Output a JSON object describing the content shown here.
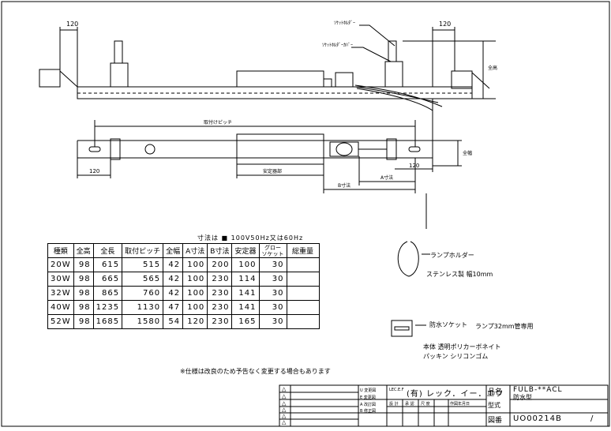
{
  "drawing": {
    "side_view": {
      "dim_left": "120",
      "dim_right": "120",
      "label_socket_holder": "ｿｹｯﾄﾎﾙﾀﾞｰ",
      "label_socket_holder_cover": "ｿｹｯﾄﾎﾙﾀﾞｰｶﾊﾞｰ",
      "label_height": "全高"
    },
    "plan_view": {
      "label_pitch": "取付けピッチ",
      "label_width": "全幅",
      "dim_120_left": "120",
      "dim_120_right": "120",
      "label_ballast": "安定器部",
      "label_a": "A寸法",
      "label_b": "B寸法"
    },
    "table": {
      "title": "寸法は ■ 100V50Hz又は60Hz",
      "headers": [
        "種類",
        "全高",
        "全長",
        "取付ピッチ",
        "全幅",
        "A寸法",
        "B寸法",
        "安定器",
        "グロー\nソケット",
        "総重量"
      ],
      "rows": [
        [
          "20W",
          "98",
          "615",
          "515",
          "42",
          "100",
          "200",
          "100",
          "30",
          ""
        ],
        [
          "30W",
          "98",
          "665",
          "565",
          "42",
          "100",
          "230",
          "114",
          "30",
          ""
        ],
        [
          "32W",
          "98",
          "865",
          "760",
          "42",
          "100",
          "230",
          "141",
          "30",
          ""
        ],
        [
          "40W",
          "98",
          "1235",
          "1130",
          "47",
          "100",
          "230",
          "141",
          "30",
          ""
        ],
        [
          "52W",
          "98",
          "1685",
          "1580",
          "54",
          "120",
          "230",
          "165",
          "30",
          ""
        ]
      ]
    },
    "notes": {
      "lamp_holder": "ランプホルダー",
      "stainless": "ステンレス製 幅10mm",
      "waterproof_socket": "防水ソケット",
      "lamp_32": "ランプ32mm管専用",
      "body": "本体 透明ポリカーボネイト",
      "packing": "パッキン シリコンゴム",
      "spec_change": "※仕様は改良のため予告なく変更する場合もあります"
    },
    "title_block": {
      "company": "(有) レック．イー．エフ",
      "company_mark": "LEC.E.F",
      "product_name_label": "品名",
      "product_name": "FULB-**ACL",
      "product_sub": "防水型",
      "model_label": "型式",
      "drawing_no_label": "図番",
      "drawing_no": "UO00214B",
      "slash": "/",
      "rev_marks": [
        "△",
        "△",
        "△",
        "△",
        "△",
        "△"
      ],
      "rev_labels": [
        "U 変更図",
        "E 変更図",
        "A 改訂図",
        "B 修正図"
      ],
      "sign_labels": [
        "設 計",
        "承 認",
        "尺 度",
        "作図年月日"
      ]
    }
  }
}
